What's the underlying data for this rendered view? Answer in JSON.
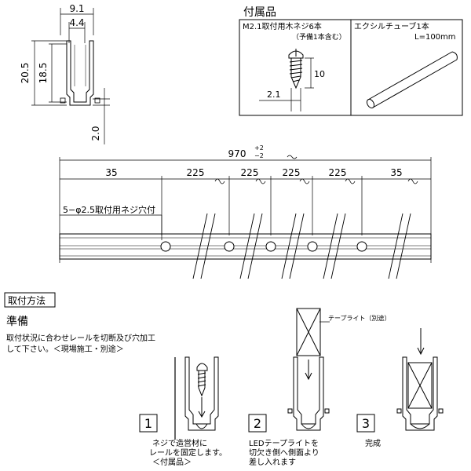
{
  "profile": {
    "width_top": "9.1",
    "width_inner": "4.4",
    "height_total": "20.5",
    "height_inner": "18.5",
    "base_thickness": "2.0"
  },
  "accessories": {
    "title": "付属品",
    "screw_label": "M2.1取付用木ネジ6本",
    "screw_note": "（予備1本含む）",
    "screw_length": "10",
    "screw_dia": "2.1",
    "tube_label": "エクシルチューブ1本",
    "tube_length": "L=100mm"
  },
  "rail": {
    "total_base": "970",
    "tol_plus": "+2",
    "tol_minus": "−2",
    "spacings": [
      "35",
      "225",
      "225",
      "225",
      "225",
      "35"
    ],
    "hole_label": "5−φ2.5取付用ネジ穴付"
  },
  "install": {
    "section_title": "取付方法",
    "prep_title": "準備",
    "prep_line1": "取付状況に合わせレールを切断及び穴加工",
    "prep_line2": "して下さい。＜現場施工・別途＞",
    "tape_label": "テープライト（別途）",
    "steps": [
      {
        "num": "1",
        "line1": "ネジで造営材に",
        "line2": "レールを固定します。",
        "line3": "＜付属品＞"
      },
      {
        "num": "2",
        "line1": "LEDテープライトを",
        "line2": "切欠き側へ側面より",
        "line3": "差し入れます"
      },
      {
        "num": "3",
        "line1": "完成",
        "line2": "",
        "line3": ""
      }
    ]
  }
}
